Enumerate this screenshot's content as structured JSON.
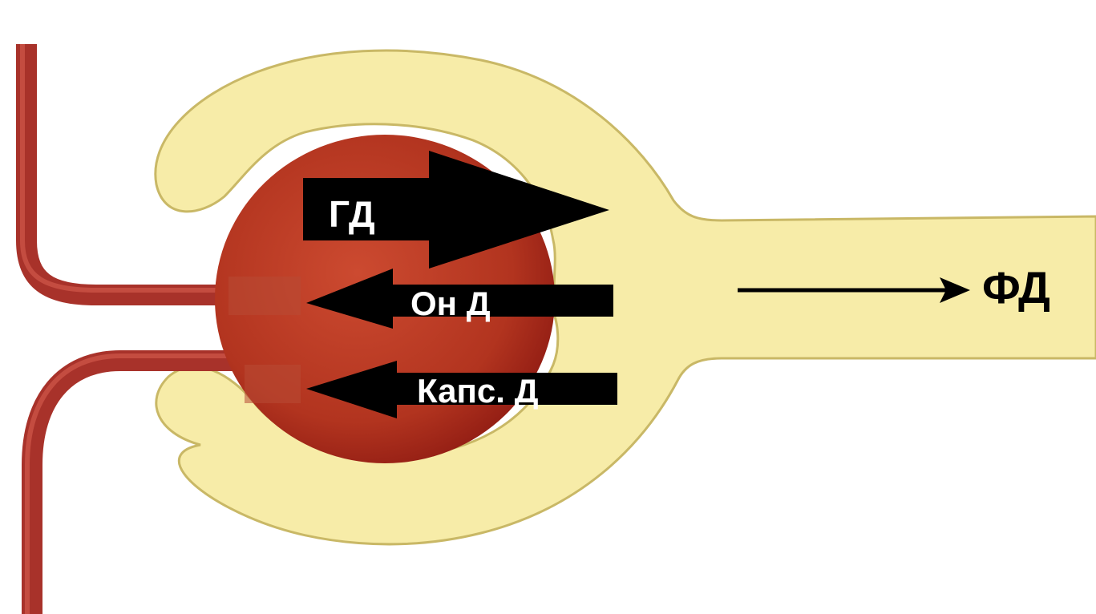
{
  "diagram": {
    "labels": {
      "hydrostatic_pressure": "ГД",
      "oncotic_pressure": "Он Д",
      "capsule_pressure": "Капс. Д",
      "filtration_pressure": "ФД"
    },
    "colors": {
      "capsule_fill": "#F7ECA8",
      "capsule_outline": "#C9B866",
      "vessel": "#A8322A",
      "vessel_highlight": "#D0574A",
      "glomerulus_center": "#CC4A30",
      "glomerulus_edge": "#8E1A12",
      "arrow": "#000000",
      "label_text": "#ffffff",
      "outside_label": "#000000"
    }
  }
}
